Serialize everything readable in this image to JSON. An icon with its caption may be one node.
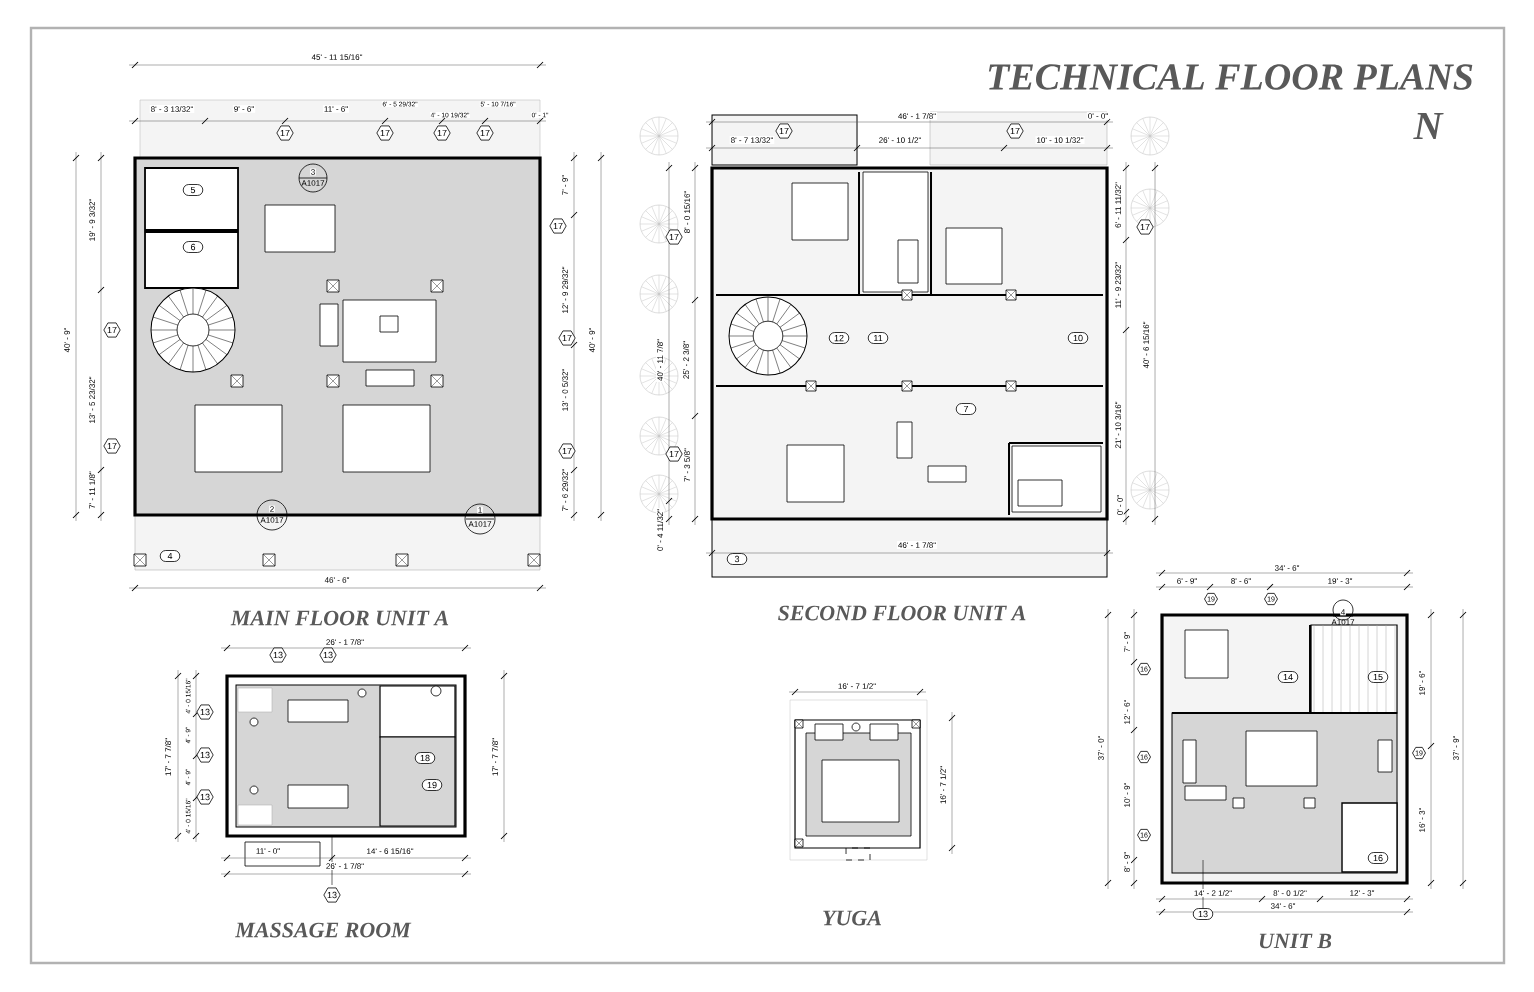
{
  "diagram": {
    "title": "TECHNICAL FLOOR PLANS",
    "labels": [
      "MAIN FLOOR UNIT A",
      "SECOND FLOOR UNIT A",
      "MASSAGE ROOM",
      "YUGA",
      "UNIT B",
      "N",
      "45' - 11 15/16\"",
      "8' - 3 13/32\"",
      "9' - 6\"",
      "11' - 6\"",
      "6' - 5 29/32\"",
      "4' - 10 19/32\"",
      "5' - 10 7/16\"",
      "0' - 1\"",
      "17",
      "17",
      "17",
      "17",
      "3",
      "A1017",
      "5",
      "6",
      "19' - 9 3/32\"",
      "7' - 9\"",
      "17",
      "12' - 9 29/32\"",
      "17",
      "40' - 9\"",
      "17",
      "40' - 9\"",
      "13' - 5 23/32\"",
      "13' - 0 5/32\"",
      "17",
      "17",
      "7' - 11 1/8\"",
      "7' - 6 29/32\"",
      "2",
      "A1017",
      "1",
      "A1017",
      "4",
      "46' - 6\"",
      "46' - 1 7/8\"",
      "0' - 0\"",
      "17",
      "17",
      "8' - 7 13/32\"",
      "26' - 10 1/2\"",
      "10' - 10 1/32\"",
      "8' - 0 15/16\"",
      "6' - 11 11/32\"",
      "17",
      "17",
      "11' - 9 23/32\"",
      "12",
      "11",
      "10",
      "40' - 11 7/8\"",
      "25' - 2 3/8\"",
      "40' - 6 15/16\"",
      "7",
      "21' - 10 3/16\"",
      "17",
      "7' - 3 5/8\"",
      "0' - 4 11/32\"",
      "0' - 0\"",
      "46' - 1 7/8\"",
      "3",
      "26' - 1 7/8\"",
      "13",
      "13",
      "4' - 0 15/16\"",
      "4' - 9\"",
      "4' - 9\"",
      "4' - 0 15/16\"",
      "13",
      "13",
      "13",
      "17' - 7 7/8\"",
      "17' - 7 7/8\"",
      "18",
      "19",
      "11' - 0\"",
      "14' - 6 15/16\"",
      "26' - 1 7/8\"",
      "13",
      "16' - 7 1/2\"",
      "16' - 7 1/2\"",
      "34' - 6\"",
      "6' - 9\"",
      "8' - 6\"",
      "19' - 3\"",
      "19",
      "19",
      "4",
      "A1017",
      "7' - 9\"",
      "19' - 6\"",
      "16",
      "14",
      "15",
      "12' - 6\"",
      "37' - 0\"",
      "37' - 9\"",
      "19",
      "16",
      "10' - 9\"",
      "16' - 3\"",
      "16",
      "16",
      "8' - 9\"",
      "14' - 2 1/2\"",
      "8' - 0 1/2\"",
      "12' - 3\"",
      "34' - 6\"",
      "13"
    ]
  }
}
